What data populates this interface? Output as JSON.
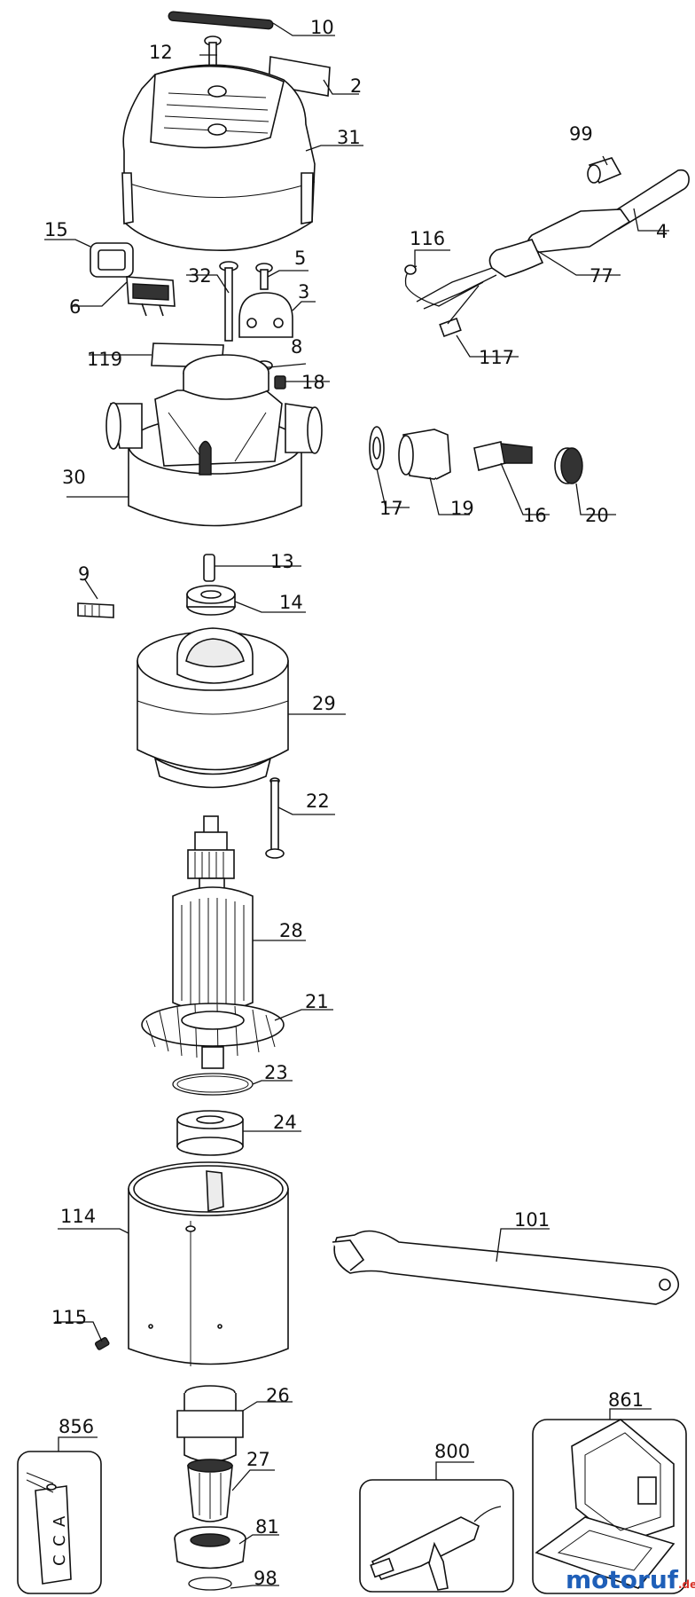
{
  "labels": {
    "p10": "10",
    "p12": "12",
    "p2": "2",
    "p31": "31",
    "p99": "99",
    "p4": "4",
    "p116": "116",
    "p77": "77",
    "p117": "117",
    "p15": "15",
    "p6": "6",
    "p32": "32",
    "p5": "5",
    "p3": "3",
    "p119": "119",
    "p8": "8",
    "p18": "18",
    "p30": "30",
    "p17": "17",
    "p19": "19",
    "p16": "16",
    "p20": "20",
    "p9": "9",
    "p13": "13",
    "p14": "14",
    "p29": "29",
    "p22": "22",
    "p28": "28",
    "p21": "21",
    "p23": "23",
    "p24": "24",
    "p114": "114",
    "p101": "101",
    "p115": "115",
    "p26": "26",
    "p27": "27",
    "p81": "81",
    "p98": "98",
    "p856": "856",
    "p800": "800",
    "p861": "861"
  },
  "tag_text": [
    "A",
    "C",
    "C"
  ],
  "watermark": {
    "main": "motoruf",
    "suffix": ".de"
  },
  "colors": {
    "line": "#111111",
    "background": "#ffffff",
    "watermark_1": "#1f5fb8",
    "watermark_2": "#d9342b",
    "watermark_3": "#2a9a3b"
  }
}
